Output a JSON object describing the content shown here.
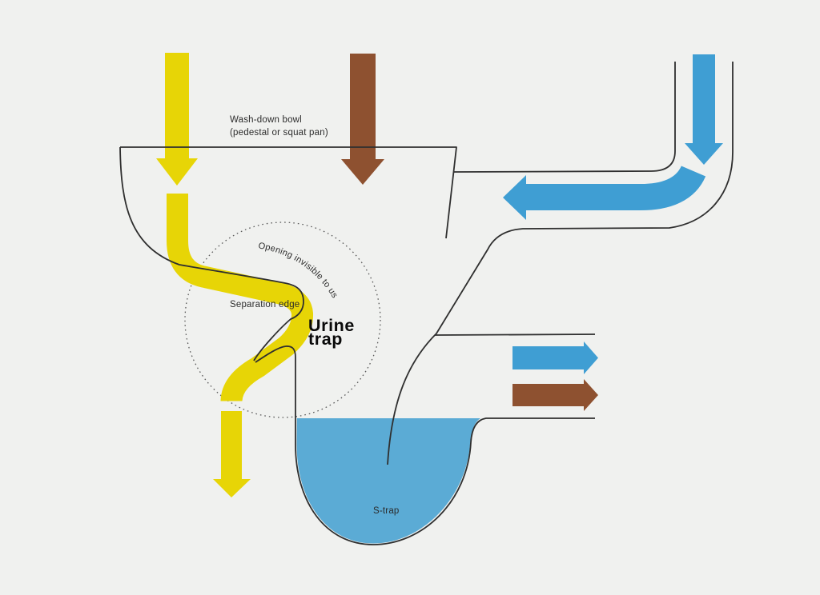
{
  "labels": {
    "wash_down_1": "Wash-down bowl",
    "wash_down_2": "(pedestal or squat pan)",
    "opening_invisible": "Opening invisible to user",
    "separation_edge": "Separation edge",
    "urine_trap_1": "Urine",
    "urine_trap_2": "trap",
    "s_trap": "S-trap"
  },
  "colors": {
    "background": "#f0f1ef",
    "outline": "#2f2f2f",
    "dotted": "#5a5a5a",
    "text": "#2b2b2b",
    "text_strong": "#0a0a0a",
    "urine": "#e7d506",
    "feces": "#8e5130",
    "water": "#3f9ed3",
    "water_fill": "#5babd5"
  },
  "flows": [
    {
      "id": "urine-inflow",
      "color_key": "urine",
      "direction": "down"
    },
    {
      "id": "feces-inflow",
      "color_key": "feces",
      "direction": "down"
    },
    {
      "id": "flush-water-inflow",
      "color_key": "water",
      "direction": "down-then-left"
    },
    {
      "id": "urine-outflow",
      "color_key": "urine",
      "direction": "down"
    },
    {
      "id": "water-outflow",
      "color_key": "water",
      "direction": "right"
    },
    {
      "id": "feces-outflow",
      "color_key": "feces",
      "direction": "right"
    }
  ]
}
